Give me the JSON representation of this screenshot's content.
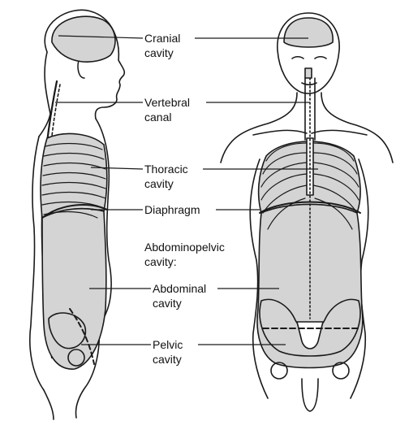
{
  "labels": {
    "cranial": [
      "Cranial",
      "cavity"
    ],
    "vertebral": [
      "Vertebral",
      "canal"
    ],
    "thoracic": [
      "Thoracic",
      "cavity"
    ],
    "diaphragm": [
      "Diaphragm"
    ],
    "abdominopelvic": [
      "Abdominopelvic",
      "cavity:"
    ],
    "abdominal": [
      "Abdominal",
      "cavity"
    ],
    "pelvic": [
      "Pelvic",
      "cavity"
    ]
  },
  "colors": {
    "outline": "#1a1a1a",
    "cavity_fill": "#d4d4d4",
    "background": "#ffffff"
  }
}
